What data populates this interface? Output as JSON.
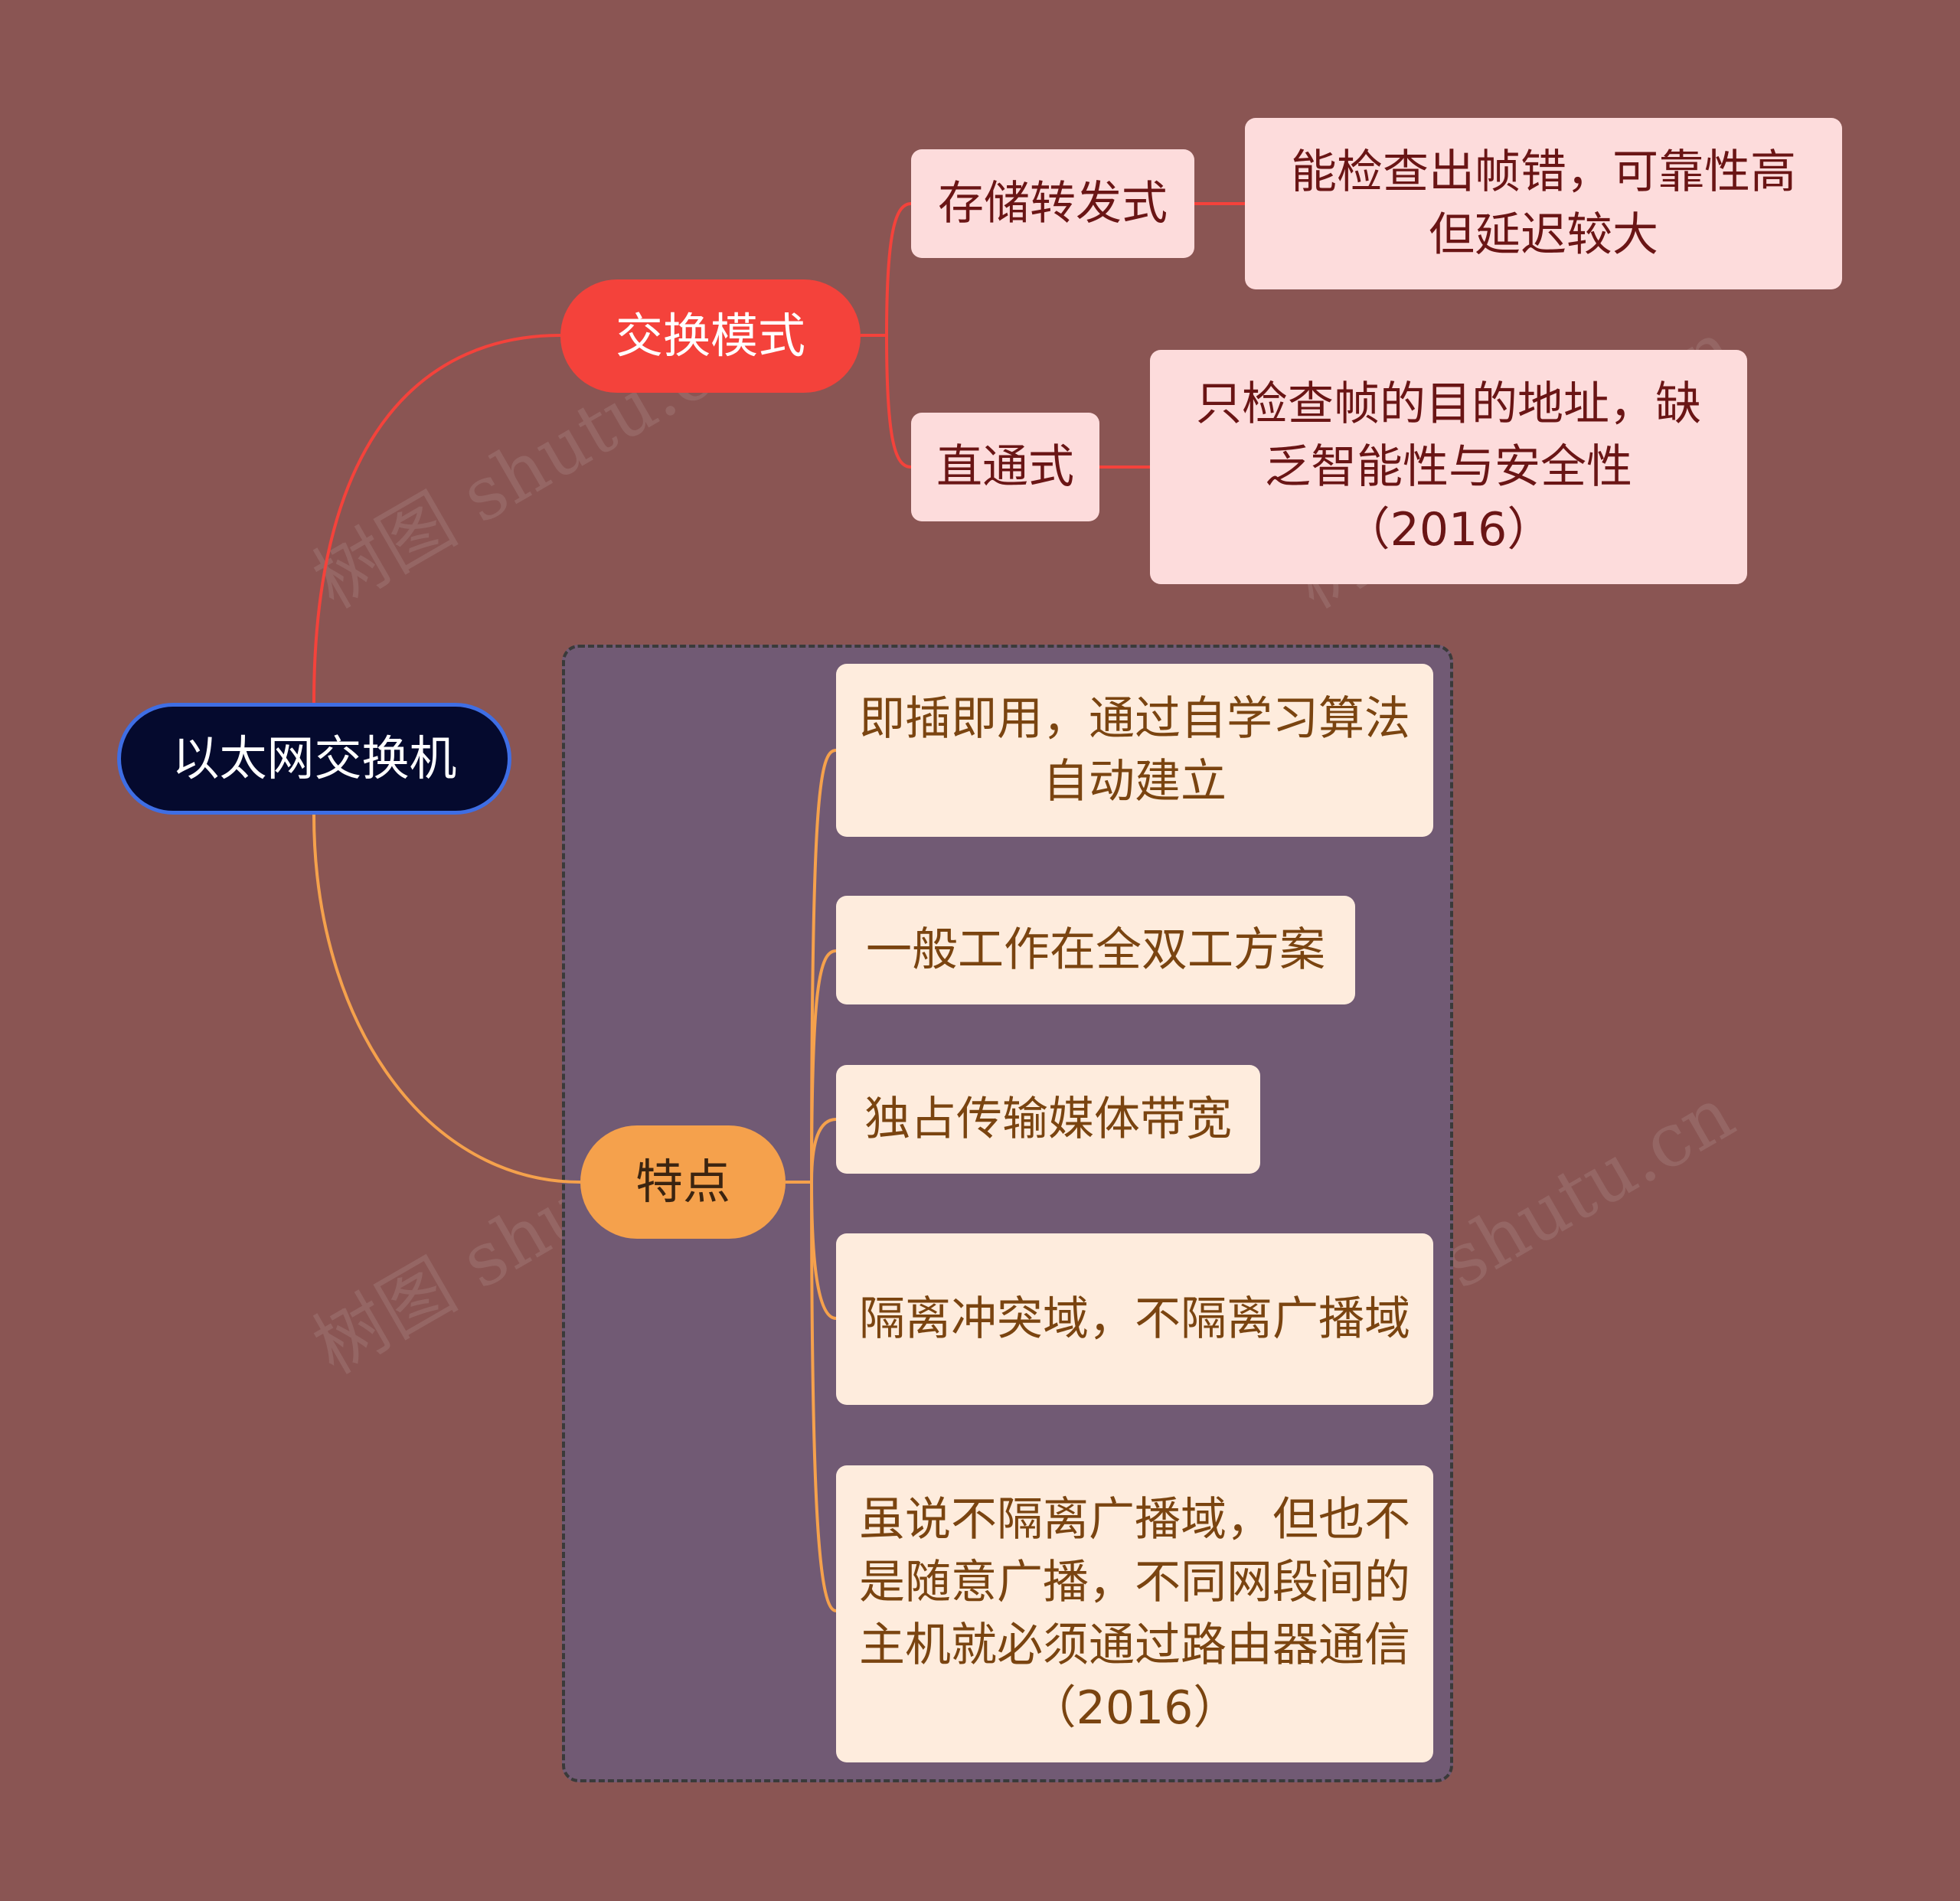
{
  "root": {
    "label": "以太网交换机"
  },
  "branches": {
    "mode": {
      "label": "交换模式",
      "color": "#f4423b",
      "children": [
        {
          "label": "存储转发式",
          "detail": "能检查出帧错，可靠性高但延迟较大"
        },
        {
          "label": "直通式",
          "detail": "只检查帧的目的地址，缺乏智能性与安全性（2016）"
        }
      ]
    },
    "features": {
      "label": "特点",
      "color": "#f5a14c",
      "items": [
        "即插即用，通过自学习算法自动建立",
        "一般工作在全双工方案",
        "独占传输媒体带宽",
        "隔离冲突域，不隔离广播域",
        "虽说不隔离广播域，但也不是随意广播，不同网段间的主机就必须通过路由器通信（2016）"
      ]
    }
  },
  "watermark": "树图 shutu.cn"
}
